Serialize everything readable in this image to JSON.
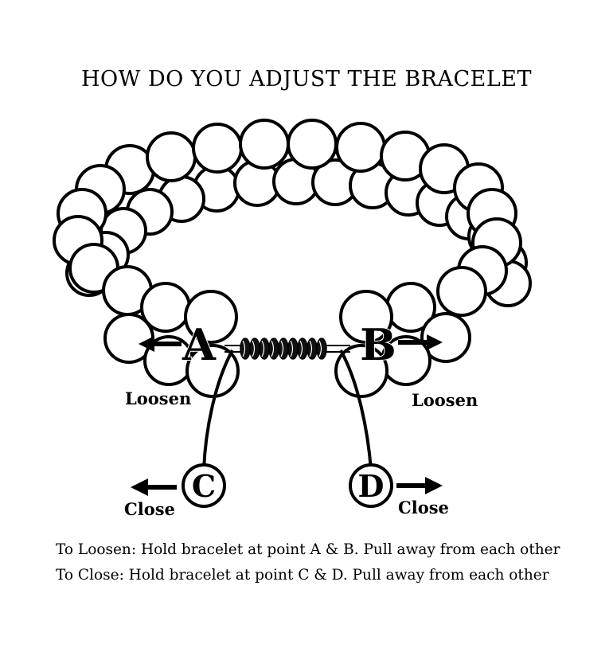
{
  "title": "HOW DO YOU ADJUST THE BRACELET",
  "points": {
    "a": "A",
    "b": "B",
    "c": "C",
    "d": "D"
  },
  "labels": {
    "loosen_left": "Loosen",
    "loosen_right": "Loosen",
    "close_left": "Close",
    "close_right": "Close"
  },
  "instructions": {
    "loosen": "To Loosen: Hold bracelet at point A & B. Pull away from each other",
    "close": "To Close: Hold bracelet at point C & D. Pull away from each other"
  },
  "colors": {
    "ink": "#000000",
    "bead_fill": "#ffffff",
    "background": "#ffffff"
  },
  "icons": [
    "arrow-left-icon",
    "arrow-right-icon",
    "bead-icon",
    "knot-icon"
  ]
}
